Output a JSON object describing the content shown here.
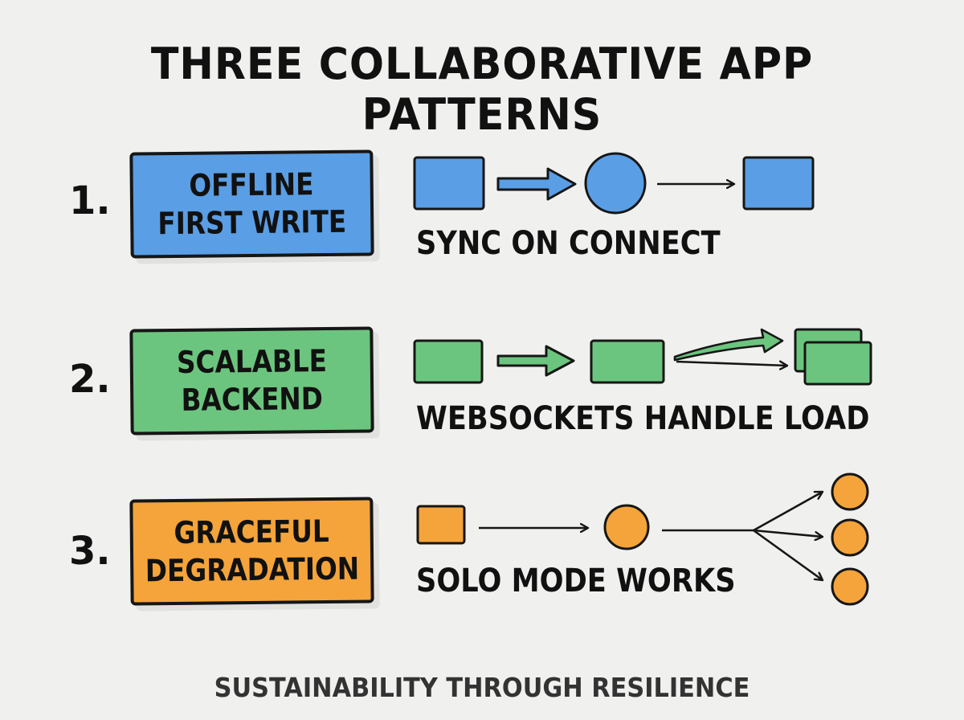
{
  "title": "THREE COLLABORATIVE APP PATTERNS",
  "footer": "SUSTAINABILITY THROUGH RESILIENCE",
  "patterns": [
    {
      "number": "1.",
      "label_line1": "OFFLINE",
      "label_line2": "FIRST WRITE",
      "caption": "SYNC ON CONNECT",
      "color": "#5a9ee5"
    },
    {
      "number": "2.",
      "label_line1": "SCALABLE",
      "label_line2": "BACKEND",
      "caption": "WEBSOCKETS HANDLE LOAD",
      "color": "#6cc57e"
    },
    {
      "number": "3.",
      "label_line1": "GRACEFUL",
      "label_line2": "DEGRADATION",
      "caption": "SOLO MODE WORKS",
      "color": "#f4a43a"
    }
  ]
}
